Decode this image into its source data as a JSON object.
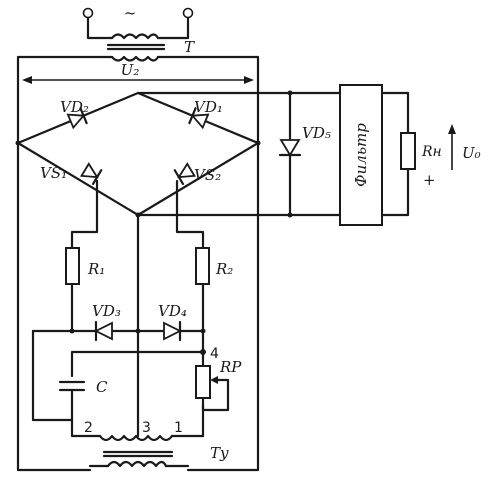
{
  "labels": {
    "transformer_main": "T",
    "voltage_secondary": "U₂",
    "vd2": "VD₂",
    "vd1": "VD₁",
    "vd5": "VD₅",
    "vs1": "VS₁",
    "vs2": "VS₂",
    "filter": "Фильтр",
    "load": "Rн",
    "output_voltage": "U₀",
    "plus": "+",
    "r1": "R₁",
    "r2": "R₂",
    "vd3": "VD₃",
    "vd4": "VD₄",
    "node4": "4",
    "cap": "C",
    "rp": "RP",
    "tap2": "2",
    "tap3": "3",
    "tap1": "1",
    "transformer_ctrl": "Tу",
    "ac_symbol": "~"
  }
}
